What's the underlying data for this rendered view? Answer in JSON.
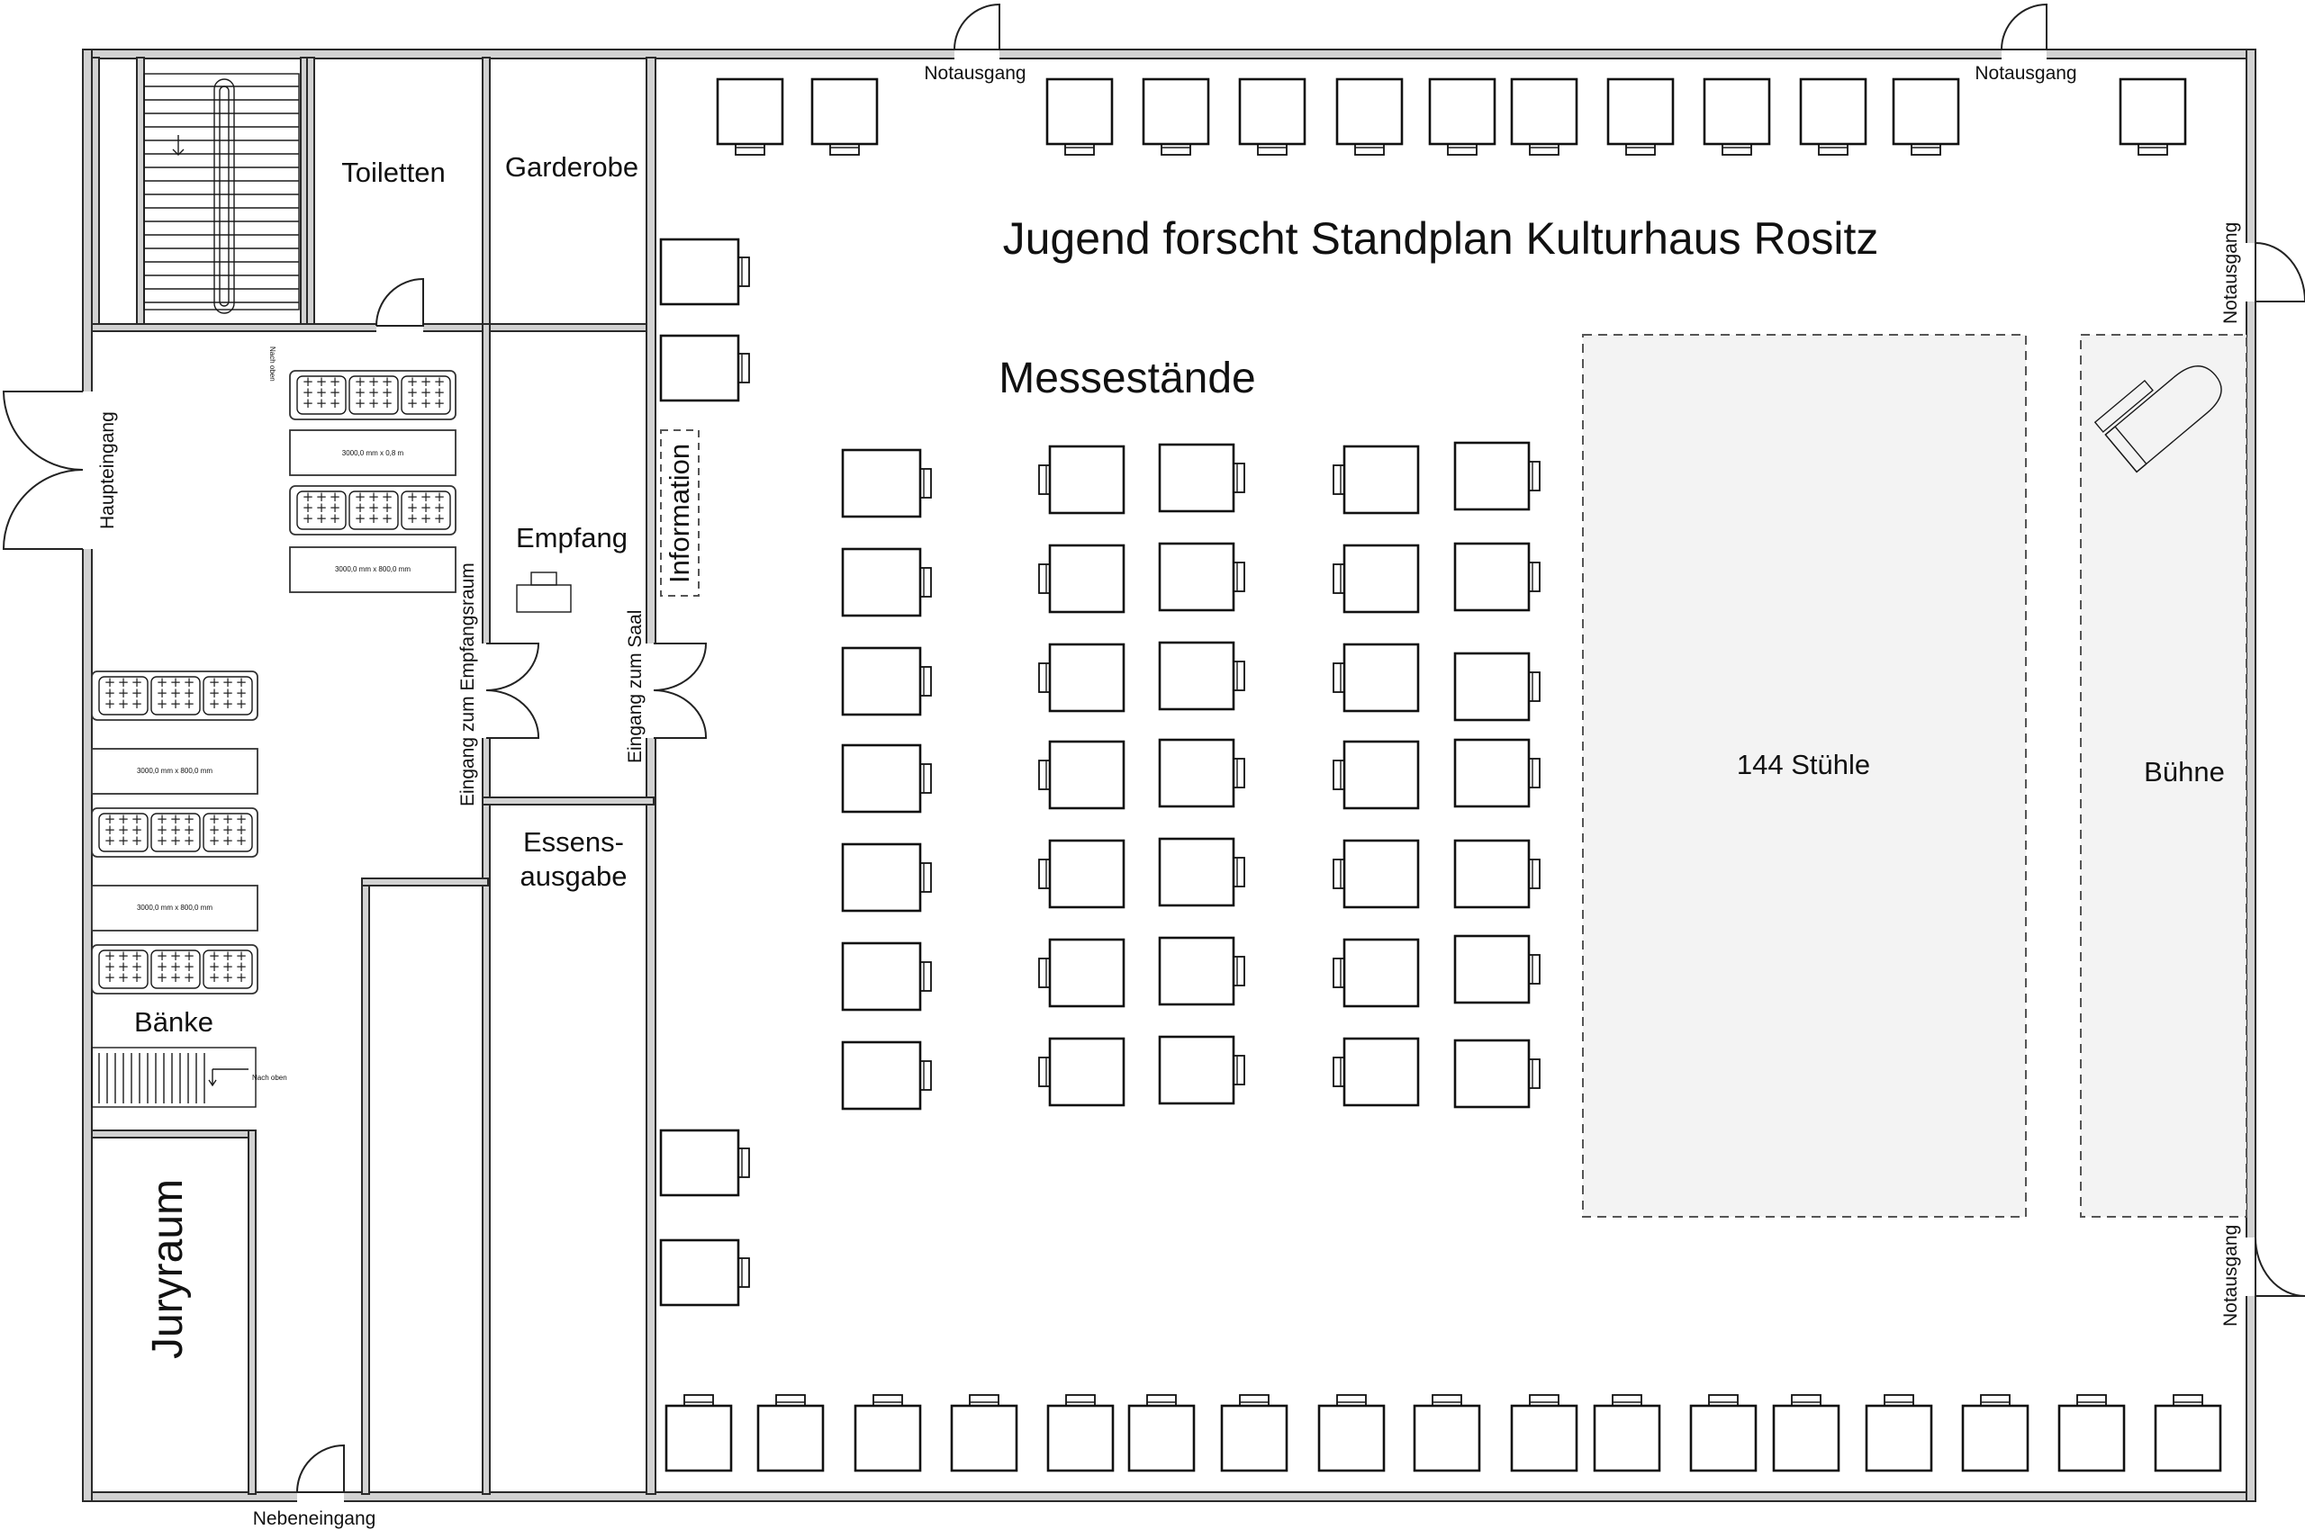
{
  "title": "Jugend forscht Standplan Kulturhaus Rositz",
  "heading_booths": "Messestände",
  "rooms": {
    "toilets": "Toiletten",
    "cloakroom": "Garderobe",
    "reception": "Empfang",
    "information": "Information",
    "food_line1": "Essens-",
    "food_line2": "ausgabe",
    "benches": "Bänke",
    "jury": "Juryraum",
    "chairs_area": "144 Stühle",
    "stage": "Bühne"
  },
  "doors": {
    "main_entrance": "Haupteingang",
    "side_entrance": "Nebeneingang",
    "emergency_exit": "Notausgang",
    "reception_entrance": "Eingang zum Empfangsraum",
    "hall_entrance": "Eingang zum Saal"
  },
  "notes": {
    "stairs_up": "Nach oben",
    "table_dim_a": "3000,0 mm x 0,8 m",
    "table_dim_b": "3000,0 mm x 800,0 mm"
  }
}
